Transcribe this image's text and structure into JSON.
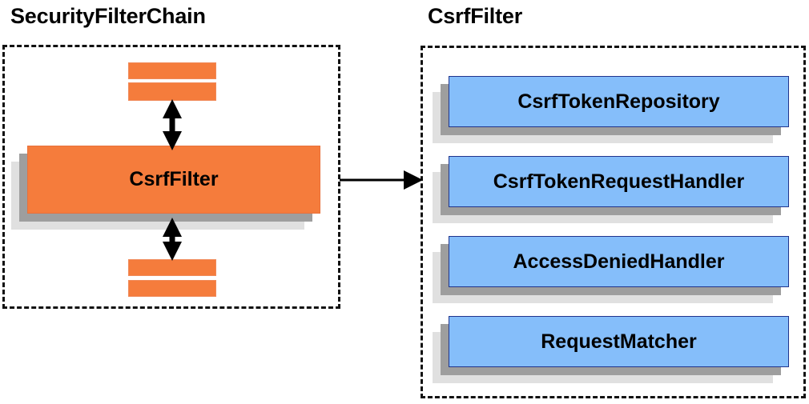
{
  "diagram": {
    "type": "component-relationship-diagram",
    "background": "#ffffff",
    "colors": {
      "orange_fill": "#f57c3c",
      "orange_border": "#e8703a",
      "blue_fill": "#85befa",
      "blue_border": "#20348c",
      "shadow_dark": "#9e9e9e",
      "shadow_light": "#e0e0e0",
      "dashed_border": "#111111",
      "arrow": "#000000",
      "text": "#000000"
    }
  },
  "left_panel": {
    "title": "SecurityFilterChain",
    "main_component": {
      "label": "CsrfFilter"
    },
    "stubs_above": [
      "",
      ""
    ],
    "stubs_below": [
      "",
      ""
    ],
    "arrow_above": "double-headed-vertical-arrow",
    "arrow_below": "double-headed-vertical-arrow"
  },
  "right_panel": {
    "title": "CsrfFilter",
    "components": [
      {
        "label": "CsrfTokenRepository"
      },
      {
        "label": "CsrfTokenRequestHandler"
      },
      {
        "label": "AccessDeniedHandler"
      },
      {
        "label": "RequestMatcher"
      }
    ]
  },
  "connector": {
    "name": "left-to-right-arrow",
    "direction": "right",
    "from": "SecurityFilterChain",
    "to": "CsrfFilter"
  }
}
